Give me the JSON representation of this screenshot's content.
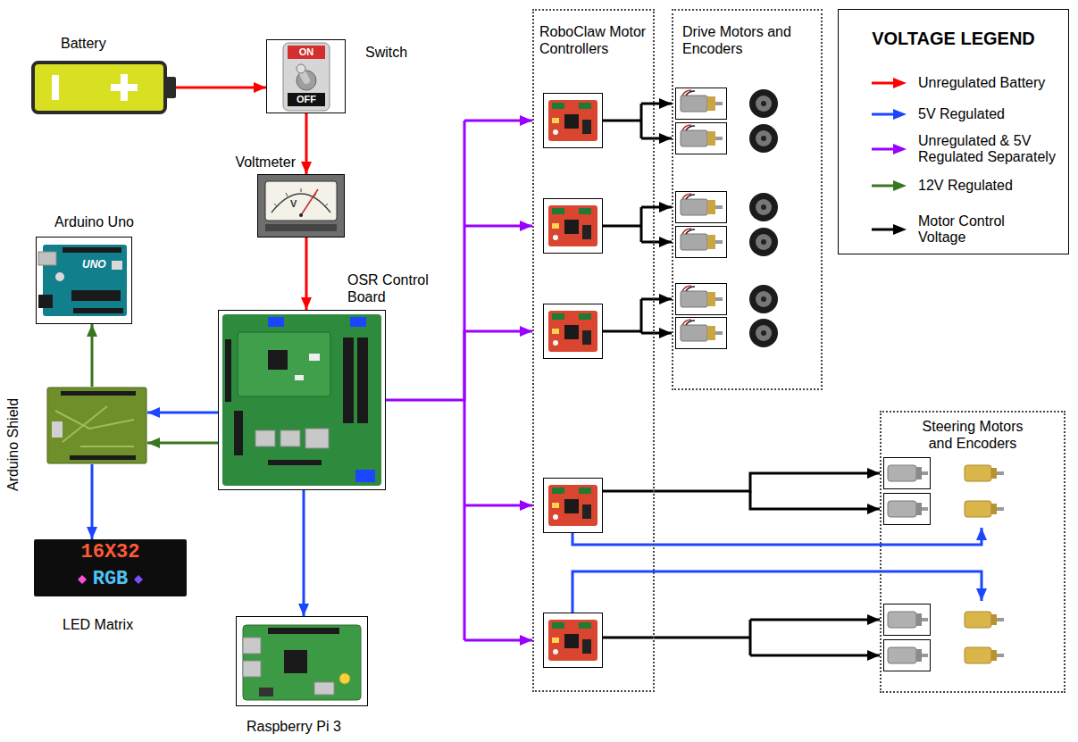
{
  "diagram": {
    "nodes": [
      {
        "text": [
          "Battery"
        ]
      },
      {
        "text": [
          "Switch"
        ]
      },
      {
        "text": [
          "Arduino Uno"
        ]
      },
      {
        "text": [
          "Voltmeter"
        ]
      },
      {
        "text": [
          "OSR Control Board"
        ]
      },
      {
        "text": [
          "Arduino Shield"
        ]
      },
      {
        "text": [
          "LED Matrix"
        ]
      },
      {
        "text": [
          "Raspberry Pi 3"
        ]
      },
      {
        "text": [
          "RoboClaw Motor Controllers"
        ]
      },
      {
        "text": [
          "Drive Motors and Encoders"
        ]
      },
      {
        "text": [
          "Steering Motors and Encoders"
        ]
      }
    ],
    "edges": [
      {
        "from": 0,
        "to": 1,
        "arrow": "to"
      },
      {
        "from": 1,
        "to": 3,
        "arrow": "to"
      },
      {
        "from": 3,
        "to": 4,
        "arrow": "to"
      },
      {
        "from": 4,
        "to": 5,
        "arrow": "to"
      },
      {
        "from": 4,
        "to": 5,
        "arrow": "to"
      },
      {
        "from": 5,
        "to": 2,
        "arrow": "to"
      },
      {
        "from": 5,
        "to": 6,
        "arrow": "to"
      },
      {
        "from": 4,
        "to": 7,
        "arrow": "to"
      },
      {
        "from": 4,
        "to": 8,
        "arrow": "to"
      },
      {
        "from": 8,
        "to": 9,
        "arrow": "to"
      },
      {
        "from": 8,
        "to": 10,
        "arrow": "to"
      }
    ],
    "labels": [
      "VOLTAGE LEGEND",
      "ON",
      "OFF",
      "V",
      "UNO",
      "16X32",
      "RGB"
    ],
    "legend": [
      {
        "text": "Unregulated Battery",
        "color": "#ff0000"
      },
      {
        "text": "5V Regulated",
        "color": "#1c45ff"
      },
      {
        "text": "Unregulated & 5V Regulated Separately",
        "color": "#9900ff"
      },
      {
        "text": "12V Regulated",
        "color": "#38761d"
      },
      {
        "text": "Motor Control Voltage",
        "color": "#000000"
      }
    ]
  }
}
